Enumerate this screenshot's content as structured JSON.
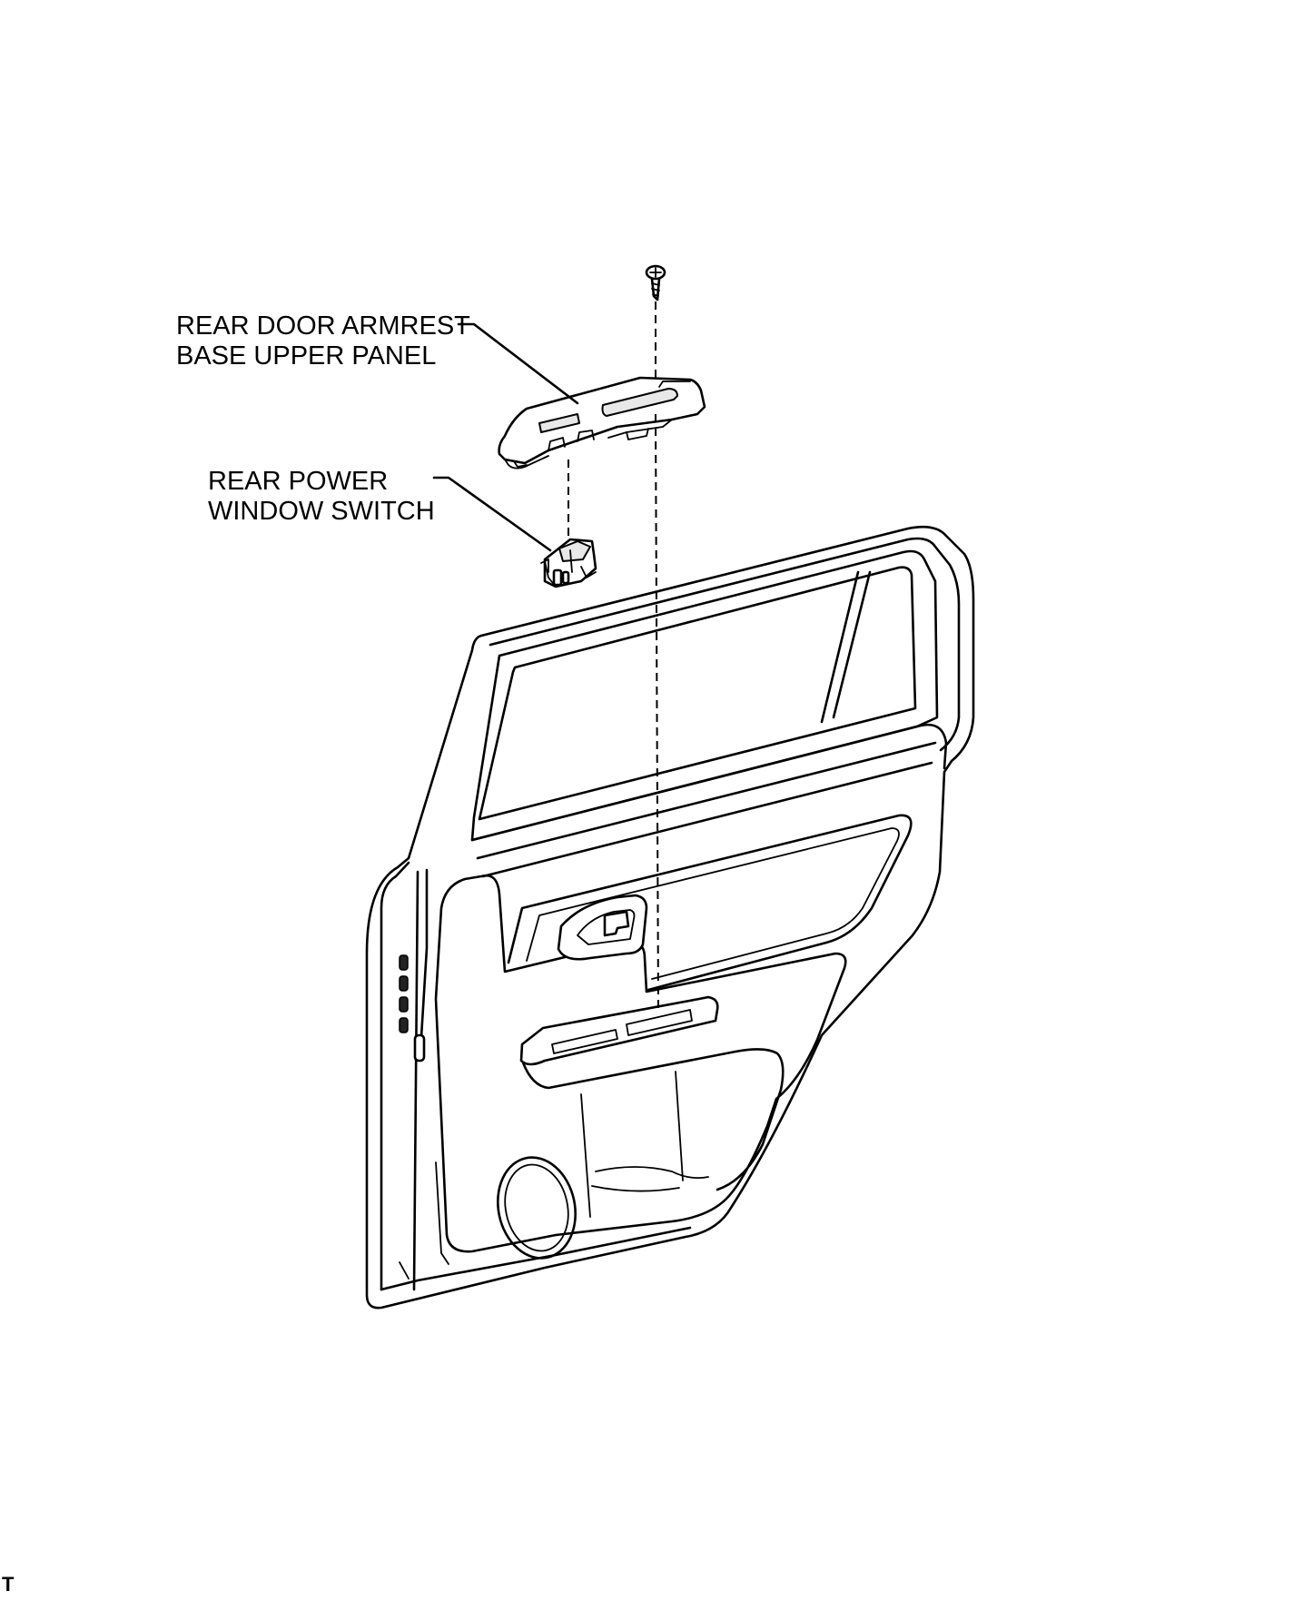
{
  "labels": {
    "armrest_line1": "REAR DOOR ARMREST",
    "armrest_line2": "BASE UPPER PANEL",
    "switch_line1": "REAR POWER",
    "switch_line2": "WINDOW SWITCH"
  },
  "corner_mark": "T"
}
